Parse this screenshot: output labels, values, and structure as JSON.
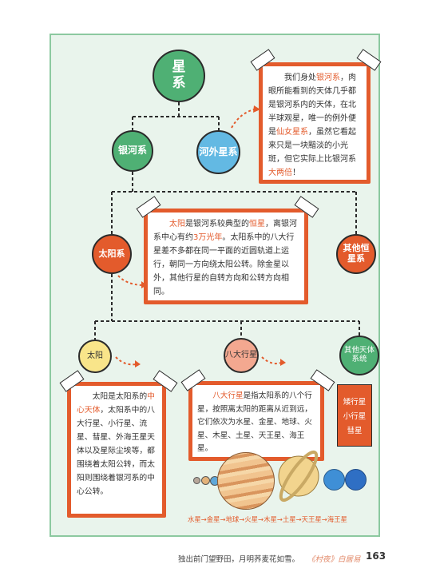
{
  "nodes": {
    "star_line1": "星",
    "star_line2": "系",
    "galaxy": "银河系",
    "extragalactic": "河外星系",
    "solar_system": "太阳系",
    "other_star_systems": "其他恒星系",
    "sun": "太阳",
    "planets": "八大行星",
    "other_bodies": "其他天体系统"
  },
  "galaxy_card": {
    "t1": "我们身处",
    "h1": "银河系",
    "t2": "，肉眼所能看到的天体几乎都是银河系内的天体，在北半球观星，唯一的例外便是",
    "h2": "仙女星系",
    "t3": "，虽然它看起来只是一块黯淡的小光斑，但它实际上比银河系",
    "h3": "大两倍",
    "t4": "！"
  },
  "sun_card": {
    "h1": "太阳",
    "t1": "是银河系较典型的",
    "h2": "恒星",
    "t2": "，离银河系中心有约",
    "h3": "3万光年",
    "t3": "。太阳系中的八大行星差不多都在同一平面的近圆轨道上运行，朝同一方向绕太阳公转。除金星以外，其他行星的自转方向和公转方向相同。"
  },
  "sun_info_card": {
    "t1": "太阳是太阳系的",
    "h1": "中心天体",
    "t2": "，太阳系中的八大行星、小行星、流星、彗星、外海王星天体以及星际尘埃等，都围绕着太阳公转，而太阳则围绕着银河系的中心公转。"
  },
  "planets_card": {
    "h1": "八大行星",
    "t1": "是指太阳系的八个行星，按照离太阳的距离从近到远，它们依次为水星、金星、地球、火星、木星、土星、天王星、海王星。"
  },
  "other_bodies_card": {
    "items": [
      "矮行星",
      "小行星",
      "彗星"
    ]
  },
  "planet_order": "水星→金星→地球→火星→木星→土星→天王星→海王星",
  "footer": {
    "quote": "独出前门望野田，月明荞麦花如雪。",
    "book": "《村夜》白居易",
    "page": "163"
  },
  "colors": {
    "green": "#4fb074",
    "blue": "#63b9e3",
    "red_orange": "#e35b2c",
    "yellow": "#f9e58a",
    "salmon": "#f3a890",
    "background": "#e9f4ec"
  }
}
